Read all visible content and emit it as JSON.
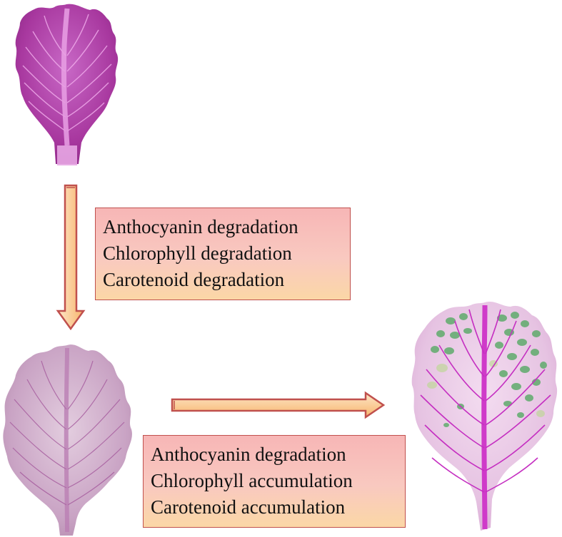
{
  "stages": [
    {
      "name": "young-purple-leaf",
      "colors": {
        "blade": "#b03fae",
        "vein": "#f0a8ec",
        "midrib": "#e59be2"
      }
    },
    {
      "name": "faded-pale-leaf",
      "colors": {
        "blade": "#c7a2c2",
        "vein": "#a05099",
        "midrib": "#c48abd"
      }
    },
    {
      "name": "variegated-green-leaf",
      "colors": {
        "blade": "#e9c9e6",
        "vein": "#c327c0",
        "midrib": "#cf3ac9",
        "spots": "#5aa86a"
      }
    }
  ],
  "transitions": [
    {
      "lines": [
        "Anthocyanin degradation",
        "Chlorophyll degradation",
        "Carotenoid degradation"
      ]
    },
    {
      "lines": [
        "Anthocyanin degradation",
        "Chlorophyll accumulation",
        "Carotenoid accumulation"
      ]
    }
  ],
  "colors": {
    "arrow_border": "#c0504d",
    "arrow_fill_start": "#fde2c3",
    "arrow_fill_end": "#f8b870",
    "box_border": "#c0504d"
  }
}
